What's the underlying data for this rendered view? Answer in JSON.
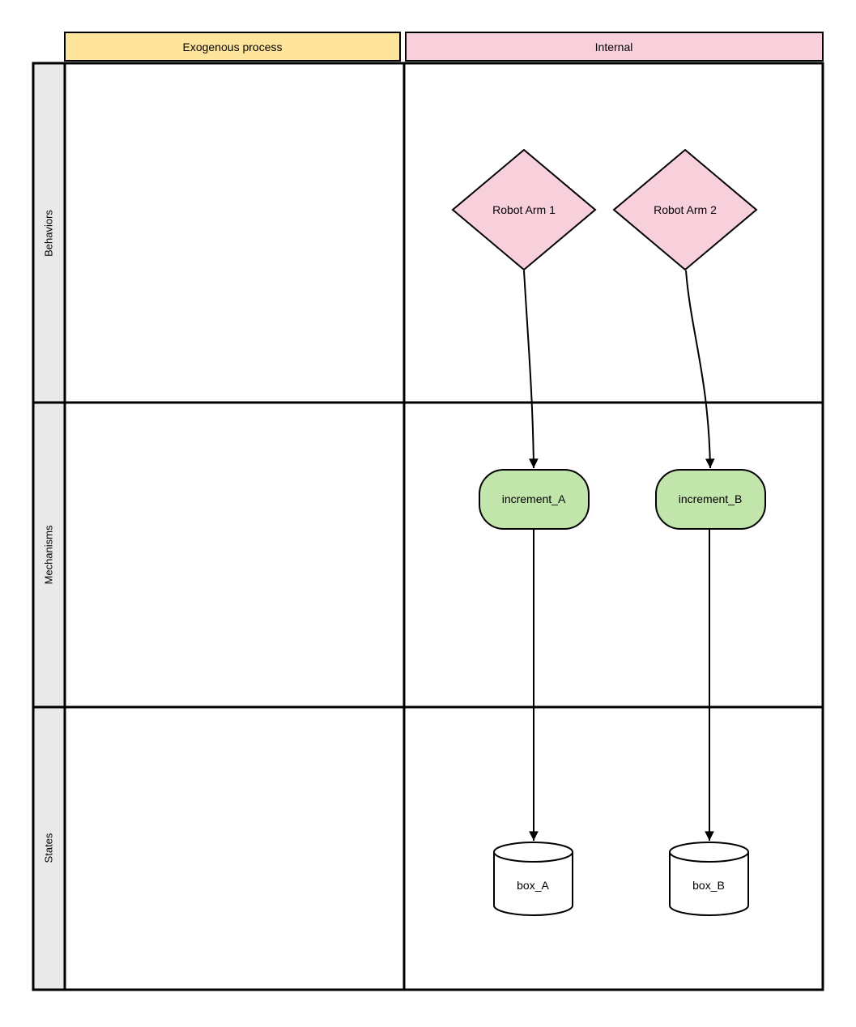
{
  "diagram": {
    "type": "swimlane-matrix-flow",
    "columns": [
      {
        "label": "Exogenous process",
        "color": "#ffe59b"
      },
      {
        "label": "Internal",
        "color": "#f8d0db"
      }
    ],
    "rows": [
      {
        "label": "Behaviors"
      },
      {
        "label": "Mechanisms"
      },
      {
        "label": "States"
      }
    ],
    "nodes": [
      {
        "label": "Robot Arm 1",
        "shape": "diamond",
        "row": "Behaviors",
        "column": "Internal",
        "color": "#f8d0db"
      },
      {
        "label": "Robot Arm 2",
        "shape": "diamond",
        "row": "Behaviors",
        "column": "Internal",
        "color": "#f8d0db"
      },
      {
        "label": "increment_A",
        "shape": "rounded-rectangle",
        "row": "Mechanisms",
        "column": "Internal",
        "color": "#c2e5ab"
      },
      {
        "label": "increment_B",
        "shape": "rounded-rectangle",
        "row": "Mechanisms",
        "column": "Internal",
        "color": "#c2e5ab"
      },
      {
        "label": "box_A",
        "shape": "cylinder",
        "row": "States",
        "column": "Internal",
        "color": "#ffffff"
      },
      {
        "label": "box_B",
        "shape": "cylinder",
        "row": "States",
        "column": "Internal",
        "color": "#ffffff"
      }
    ],
    "edges": [
      {
        "from": "Robot Arm 1",
        "to": "increment_A",
        "style": "curved-arrow"
      },
      {
        "from": "Robot Arm 2",
        "to": "increment_B",
        "style": "curved-arrow"
      },
      {
        "from": "increment_A",
        "to": "box_A",
        "style": "straight-arrow"
      },
      {
        "from": "increment_B",
        "to": "box_B",
        "style": "straight-arrow"
      }
    ]
  },
  "colors": {
    "yellow_header": "#ffe59b",
    "pink": "#f8d0db",
    "green": "#c2e5ab",
    "row_label_bg": "#e9e9e9",
    "stroke": "#000000",
    "background": "#ffffff"
  }
}
